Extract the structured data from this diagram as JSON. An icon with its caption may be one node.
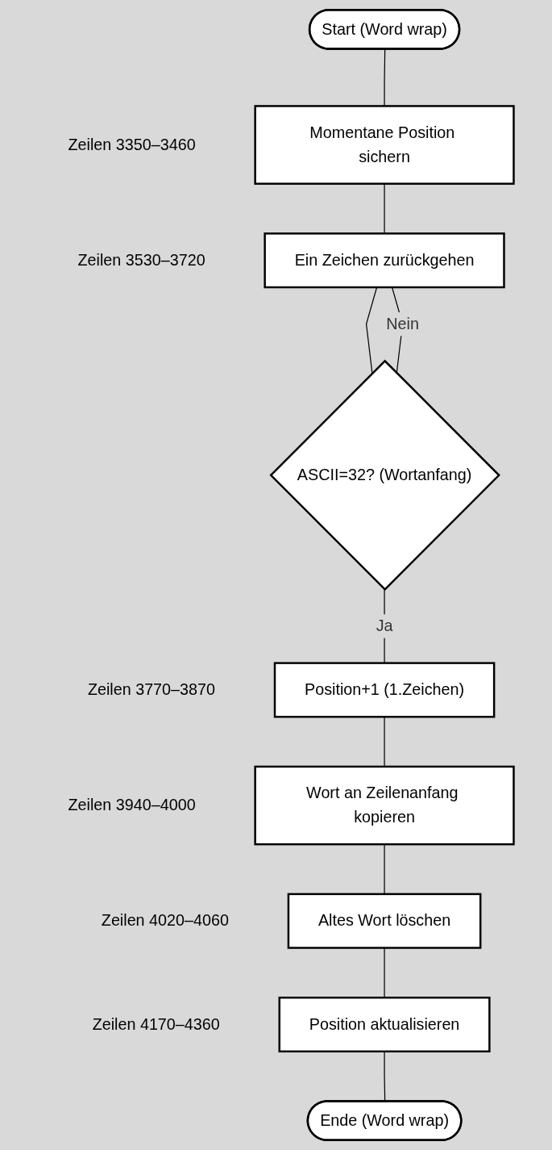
{
  "diagram": {
    "nodes": [
      {
        "text": [
          "Start (Word wrap)"
        ]
      },
      {
        "text": [
          "Momentane Position sichern"
        ],
        "beside": [
          "Zeilen 3350–3460"
        ]
      },
      {
        "text": [
          "Ein Zeichen zurückgehen"
        ],
        "beside": [
          "Zeilen 3530–3720"
        ]
      },
      {
        "text": [
          "ASCII=32? (Wortanfang)"
        ]
      },
      {
        "text": [
          "Position+1 (1.Zeichen)"
        ],
        "beside": [
          "Zeilen 3770–3870"
        ]
      },
      {
        "text": [
          "Wort an Zeilenanfang kopieren"
        ],
        "beside": [
          "Zeilen 3940–4000"
        ]
      },
      {
        "text": [
          "Altes Wort löschen"
        ],
        "beside": [
          "Zeilen 4020–4060"
        ]
      },
      {
        "text": [
          "Position aktualisieren"
        ],
        "beside": [
          "Zeilen 4170–4360"
        ]
      },
      {
        "text": [
          "Ende (Word wrap)"
        ]
      }
    ],
    "edges": [
      {
        "from": 0,
        "to": 1,
        "arrow": "none"
      },
      {
        "from": 1,
        "to": 2,
        "arrow": "none"
      },
      {
        "from": 2,
        "to": 3,
        "arrow": "none"
      },
      {
        "from": 3,
        "to": 4,
        "label": "Ja",
        "arrow": "none"
      },
      {
        "from": 3,
        "to": 2,
        "label": "Nein",
        "arrow": "none"
      },
      {
        "from": 4,
        "to": 5,
        "arrow": "none"
      },
      {
        "from": 5,
        "to": 6,
        "arrow": "none"
      },
      {
        "from": 6,
        "to": 7,
        "arrow": "none"
      },
      {
        "from": 7,
        "to": 8,
        "arrow": "none"
      }
    ]
  }
}
